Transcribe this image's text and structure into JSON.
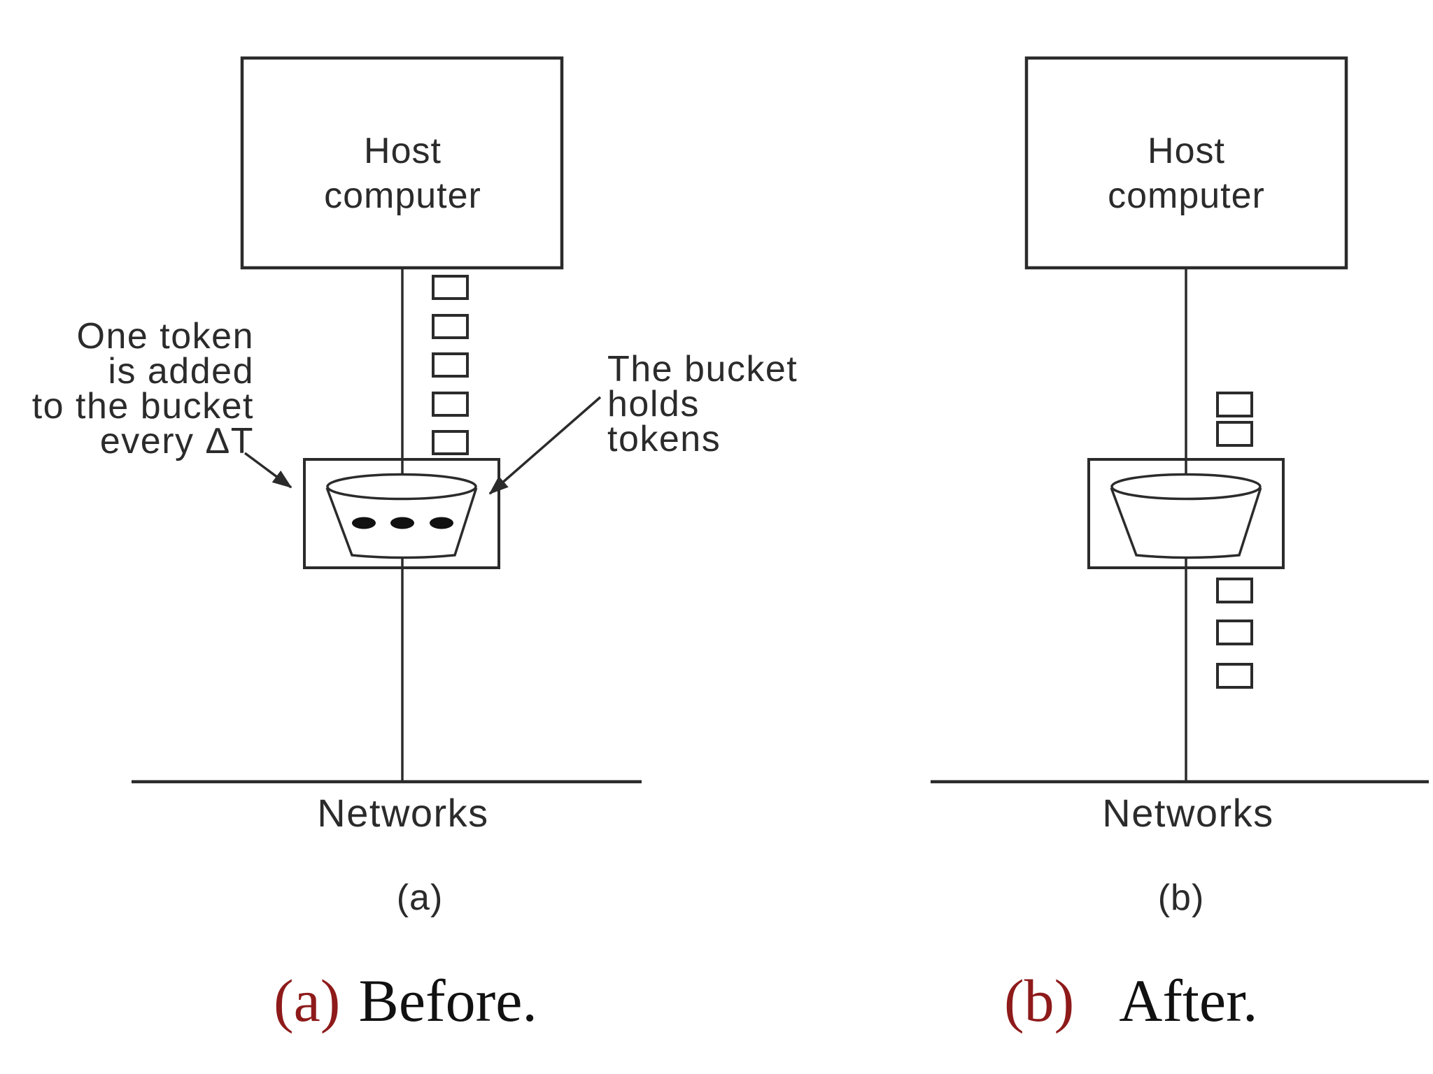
{
  "colors": {
    "caption_label_red": "#8e1a1a",
    "diagram_ink": "#2b2b2b"
  },
  "diagram_a": {
    "host_box_label": "Host\ncomputer",
    "annotation_left": "One token\nis added\nto the bucket\nevery ΔT",
    "annotation_right": "The bucket\nholds\ntokens",
    "queue_token_count": 5,
    "bucket_token_dot_count": 3,
    "network_label": "Networks",
    "panel_label": "(a)",
    "caption_label": "(a)",
    "caption_text": "Before."
  },
  "diagram_b": {
    "host_box_label": "Host\ncomputer",
    "tokens_above_bucket_count": 2,
    "tokens_below_bucket_count": 3,
    "network_label": "Networks",
    "panel_label": "(b)",
    "caption_label": "(b)",
    "caption_text": "After."
  }
}
